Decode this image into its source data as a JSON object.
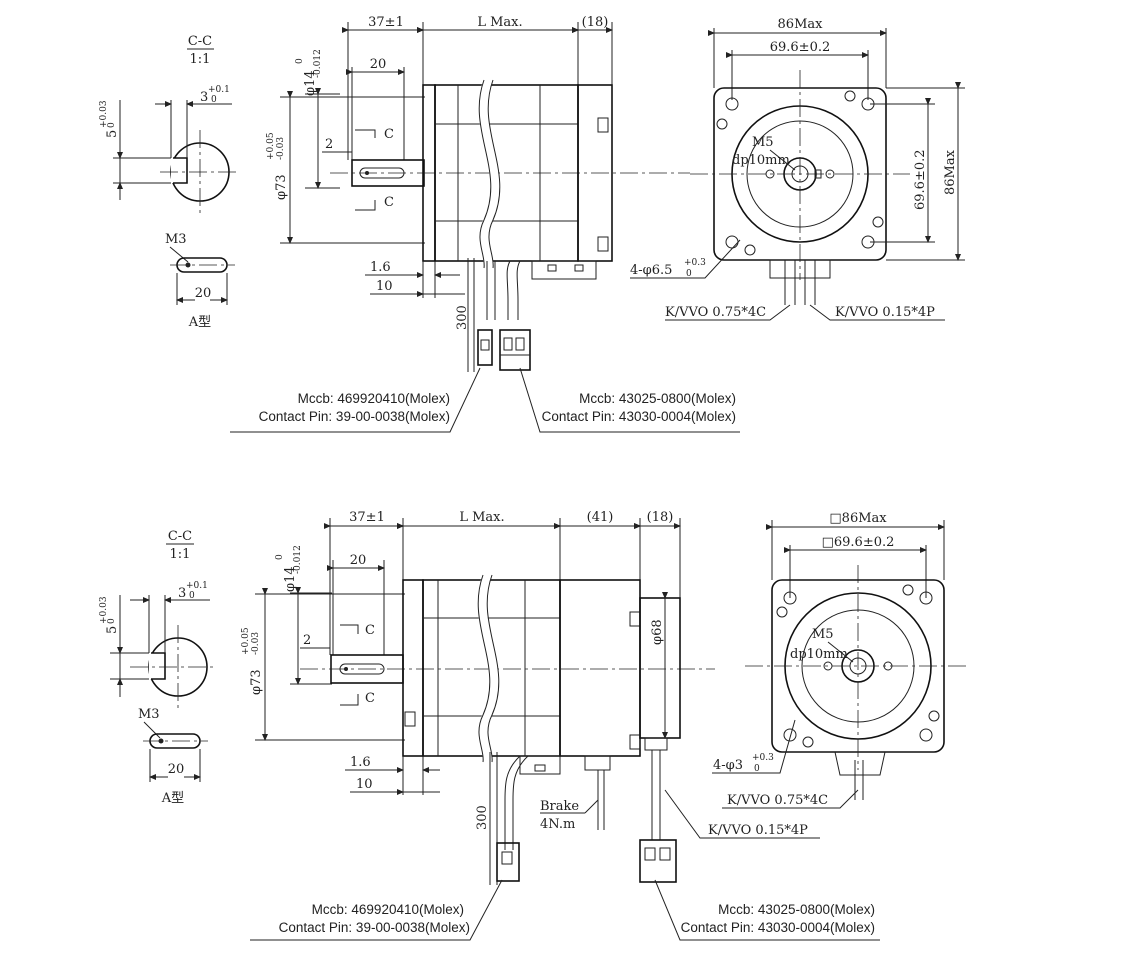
{
  "top": {
    "section_title": "C-C",
    "section_scale": "1:1",
    "key_width": "3",
    "key_width_tol_upper": "+0.1",
    "key_width_tol_lower": "0",
    "key_depth": "5",
    "key_depth_tol_upper": "+0.03",
    "key_depth_tol_lower": "0",
    "thread_callout": "M3",
    "key_length": "20",
    "key_type": "A型",
    "flange_offset": "37±1",
    "body_length": "L Max.",
    "encoder_length": "(18)",
    "shaft_diameter": "φ14",
    "shaft_tol_upper": "0",
    "shaft_tol_lower": "-0.012",
    "key_slot_length": "20",
    "section_mark": "C",
    "key_offset": "2",
    "pilot_diameter": "φ73",
    "pilot_tol_upper": "+0.05",
    "pilot_tol_lower": "-0.03",
    "flange_thickness": "1.6",
    "flange_width": "10",
    "cable_length": "300",
    "frame_width": "86Max",
    "bolt_pitch_h": "69.6±0.2",
    "bolt_pitch_v": "69.6±0.2",
    "frame_height": "86Max",
    "center_thread": "M5",
    "center_depth": "dp10mm",
    "mount_holes": "4-φ6.5",
    "mount_tol_upper": "+0.3",
    "mount_tol_lower": "0",
    "cable_power": "K/VVO 0.75*4C",
    "cable_encoder": "K/VVO 0.15*4P",
    "conn1_housing": "Mccb: 469920410(Molex)",
    "conn1_pin": "Contact Pin: 39-00-0038(Molex)",
    "conn2_housing": "Mccb: 43025-0800(Molex)",
    "conn2_pin": "Contact Pin: 43030-0004(Molex)"
  },
  "bottom": {
    "section_title": "C-C",
    "section_scale": "1:1",
    "key_width": "3",
    "key_width_tol_upper": "+0.1",
    "key_width_tol_lower": "0",
    "key_depth": "5",
    "key_depth_tol_upper": "+0.03",
    "key_depth_tol_lower": "0",
    "thread_callout": "M3",
    "key_length": "20",
    "key_type": "A型",
    "flange_offset": "37±1",
    "body_length": "L Max.",
    "brake_length": "(41)",
    "encoder_length": "(18)",
    "shaft_diameter": "φ14",
    "shaft_tol_upper": "0",
    "shaft_tol_lower": "-0.012",
    "key_slot_length": "20",
    "section_mark": "C",
    "key_offset": "2",
    "pilot_diameter": "φ73",
    "pilot_tol_upper": "+0.05",
    "pilot_tol_lower": "-0.03",
    "encoder_diameter": "φ68",
    "flange_thickness": "1.6",
    "flange_width": "10",
    "cable_length": "300",
    "brake_label": "Brake",
    "brake_torque": "4N.m",
    "frame_width": "□86Max",
    "bolt_pitch_h": "□69.6±0.2",
    "center_thread": "M5",
    "center_depth": "dp10mm",
    "mount_holes": "4-φ3",
    "mount_tol_upper": "+0.3",
    "mount_tol_lower": "0",
    "cable_power": "K/VVO 0.75*4C",
    "cable_encoder": "K/VVO 0.15*4P",
    "conn1_housing": "Mccb: 469920410(Molex)",
    "conn1_pin": "Contact Pin: 39-00-0038(Molex)",
    "conn2_housing": "Mccb: 43025-0800(Molex)",
    "conn2_pin": "Contact Pin: 43030-0004(Molex)"
  }
}
